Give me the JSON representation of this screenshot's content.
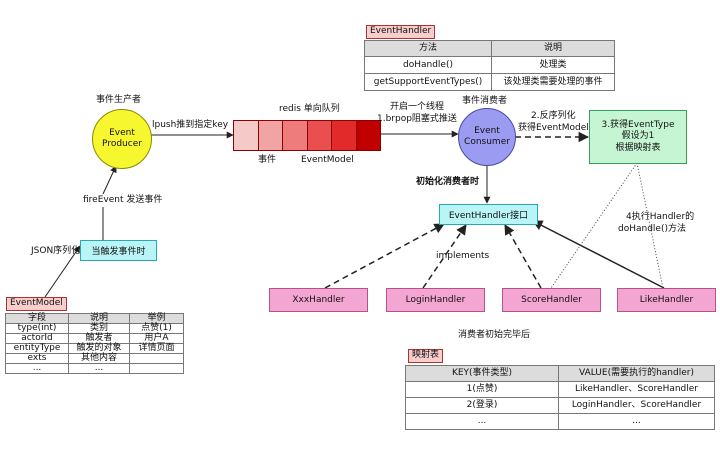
{
  "event_handler_table": {
    "tag": "EventHandler",
    "headers": [
      "方法",
      "说明"
    ],
    "rows": [
      [
        "doHandle()",
        "处理类"
      ],
      [
        "getSupportEventTypes()",
        "该处理类需要处理的事件"
      ]
    ]
  },
  "producer": {
    "caption": "事件生产者",
    "line1": "Event",
    "line2": "Producer"
  },
  "consumer": {
    "caption": "事件消费者",
    "line1": "Event",
    "line2": "Consumer"
  },
  "queue": {
    "caption": "redis 单向队列",
    "label_event": "事件",
    "label_model": "EventModel",
    "colors": [
      "#f6c9c9",
      "#f2a4a4",
      "#ee7c7c",
      "#ea4f4f",
      "#e22a2a",
      "#c00000"
    ]
  },
  "labels": {
    "lpush": "lpush推到指定key",
    "thread_line1": "开启一个线程",
    "thread_line2": "1.brpop阻塞式推送",
    "deserialize_line1": "2.反序列化",
    "deserialize_line2": "获得EventModel",
    "init_consumer": "初始化消费者时",
    "fire_event": "fireEvent 发送事件",
    "json_serialize": "JSON序列化",
    "implements": "implements",
    "exec_line1": "4执行Handler的",
    "exec_line2": "doHandle()方法",
    "consumer_init_done": "消费者初始完毕后"
  },
  "trigger_box": "当触发事件时",
  "event_type_box": {
    "line1": "3.获得EventType",
    "line2": "假设为1",
    "line3": "根据映射表"
  },
  "handler_interface": "EventHandler接口",
  "handlers": [
    "XxxHandler",
    "LoginHandler",
    "ScoreHandler",
    "LikeHandler"
  ],
  "event_model_table": {
    "tag": "EventModel",
    "headers": [
      "字段",
      "说明",
      "举例"
    ],
    "rows": [
      [
        "type(int)",
        "类别",
        "点赞(1)"
      ],
      [
        "actorId",
        "触发者",
        "用户A"
      ],
      [
        "entityType",
        "触发的对象",
        "详情页面"
      ],
      [
        "exts",
        "其他内容",
        ""
      ],
      [
        "...",
        "...",
        ""
      ]
    ]
  },
  "mapping_table": {
    "tag": "映射表",
    "headers": [
      "KEY(事件类型)",
      "VALUE(需要执行的handler)"
    ],
    "rows": [
      [
        "1(点赞)",
        "LikeHandler、ScoreHandler"
      ],
      [
        "2(登录)",
        "LoginHandler、ScoreHandler"
      ],
      [
        "...",
        "..."
      ]
    ]
  },
  "colors": {
    "producer_fill": "#f7f72f",
    "consumer_fill": "#9b9bf2",
    "pink_fill": "#f4a6d2",
    "green_fill": "#c6f5d4",
    "cyan_fill": "#b9f4f7"
  }
}
